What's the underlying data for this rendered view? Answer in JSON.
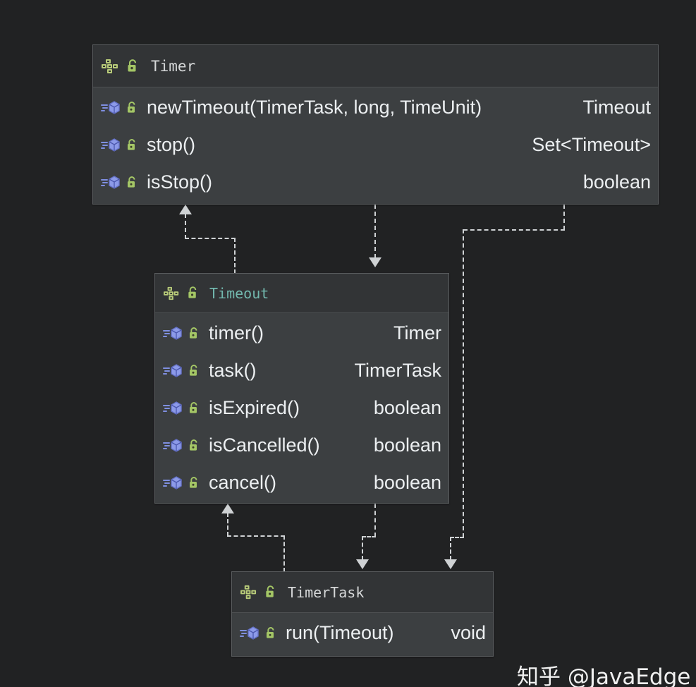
{
  "diagram": {
    "type": "uml-class-diagram",
    "background_color": "#212223",
    "box_fill_color": "#3c3f41",
    "box_header_color": "#323436",
    "box_border_color": "#5a5d5f",
    "connector_color": "#cfd2d4",
    "interface_icon_color": "#b9cc7a",
    "method_icon_color": "#7f8fe0",
    "lock_icon_color": "#a4c666",
    "title_color": "#d5d7d8",
    "title_accent_color": "#72b8ae"
  },
  "classes": [
    {
      "id": "timer",
      "name": "Timer",
      "stereotype_icon": "interface-icon",
      "visibility_icon": "unlocked-padlock-icon",
      "title_color_key": "plain",
      "members": [
        {
          "icon": "method-icon",
          "lock": "unlocked-padlock-icon",
          "signature": "newTimeout(TimerTask, long, TimeUnit)",
          "return_type": "Timeout"
        },
        {
          "icon": "method-icon",
          "lock": "unlocked-padlock-icon",
          "signature": "stop()",
          "return_type": "Set<Timeout>"
        },
        {
          "icon": "method-icon",
          "lock": "unlocked-padlock-icon",
          "signature": "isStop()",
          "return_type": "boolean"
        }
      ]
    },
    {
      "id": "timeout",
      "name": "Timeout",
      "stereotype_icon": "interface-icon",
      "visibility_icon": "unlocked-padlock-icon",
      "title_color_key": "teal",
      "members": [
        {
          "icon": "method-icon",
          "lock": "unlocked-padlock-icon",
          "signature": "timer()",
          "return_type": "Timer"
        },
        {
          "icon": "method-icon",
          "lock": "unlocked-padlock-icon",
          "signature": "task()",
          "return_type": "TimerTask"
        },
        {
          "icon": "method-icon",
          "lock": "unlocked-padlock-icon",
          "signature": "isExpired()",
          "return_type": "boolean"
        },
        {
          "icon": "method-icon",
          "lock": "unlocked-padlock-icon",
          "signature": "isCancelled()",
          "return_type": "boolean"
        },
        {
          "icon": "method-icon",
          "lock": "unlocked-padlock-icon",
          "signature": "cancel()",
          "return_type": "boolean"
        }
      ]
    },
    {
      "id": "timertask",
      "name": "TimerTask",
      "stereotype_icon": "interface-icon",
      "visibility_icon": "unlocked-padlock-icon",
      "title_color_key": "plain",
      "members": [
        {
          "icon": "method-icon",
          "lock": "unlocked-padlock-icon",
          "signature": "run(Timeout)",
          "return_type": "void"
        }
      ]
    }
  ],
  "relationships": [
    {
      "from": "timeout",
      "to": "timer",
      "style": "dashed",
      "arrow": "open",
      "kind": "dependency"
    },
    {
      "from": "timer",
      "to": "timeout",
      "style": "dashed",
      "arrow": "open",
      "kind": "dependency"
    },
    {
      "from": "timer",
      "to": "timertask",
      "style": "dashed",
      "arrow": "open",
      "kind": "dependency"
    },
    {
      "from": "timertask",
      "to": "timeout",
      "style": "dashed",
      "arrow": "open",
      "kind": "dependency"
    },
    {
      "from": "timeout",
      "to": "timertask",
      "style": "dashed",
      "arrow": "open",
      "kind": "dependency"
    }
  ],
  "watermark": {
    "text": "知乎 @JavaEdge"
  }
}
